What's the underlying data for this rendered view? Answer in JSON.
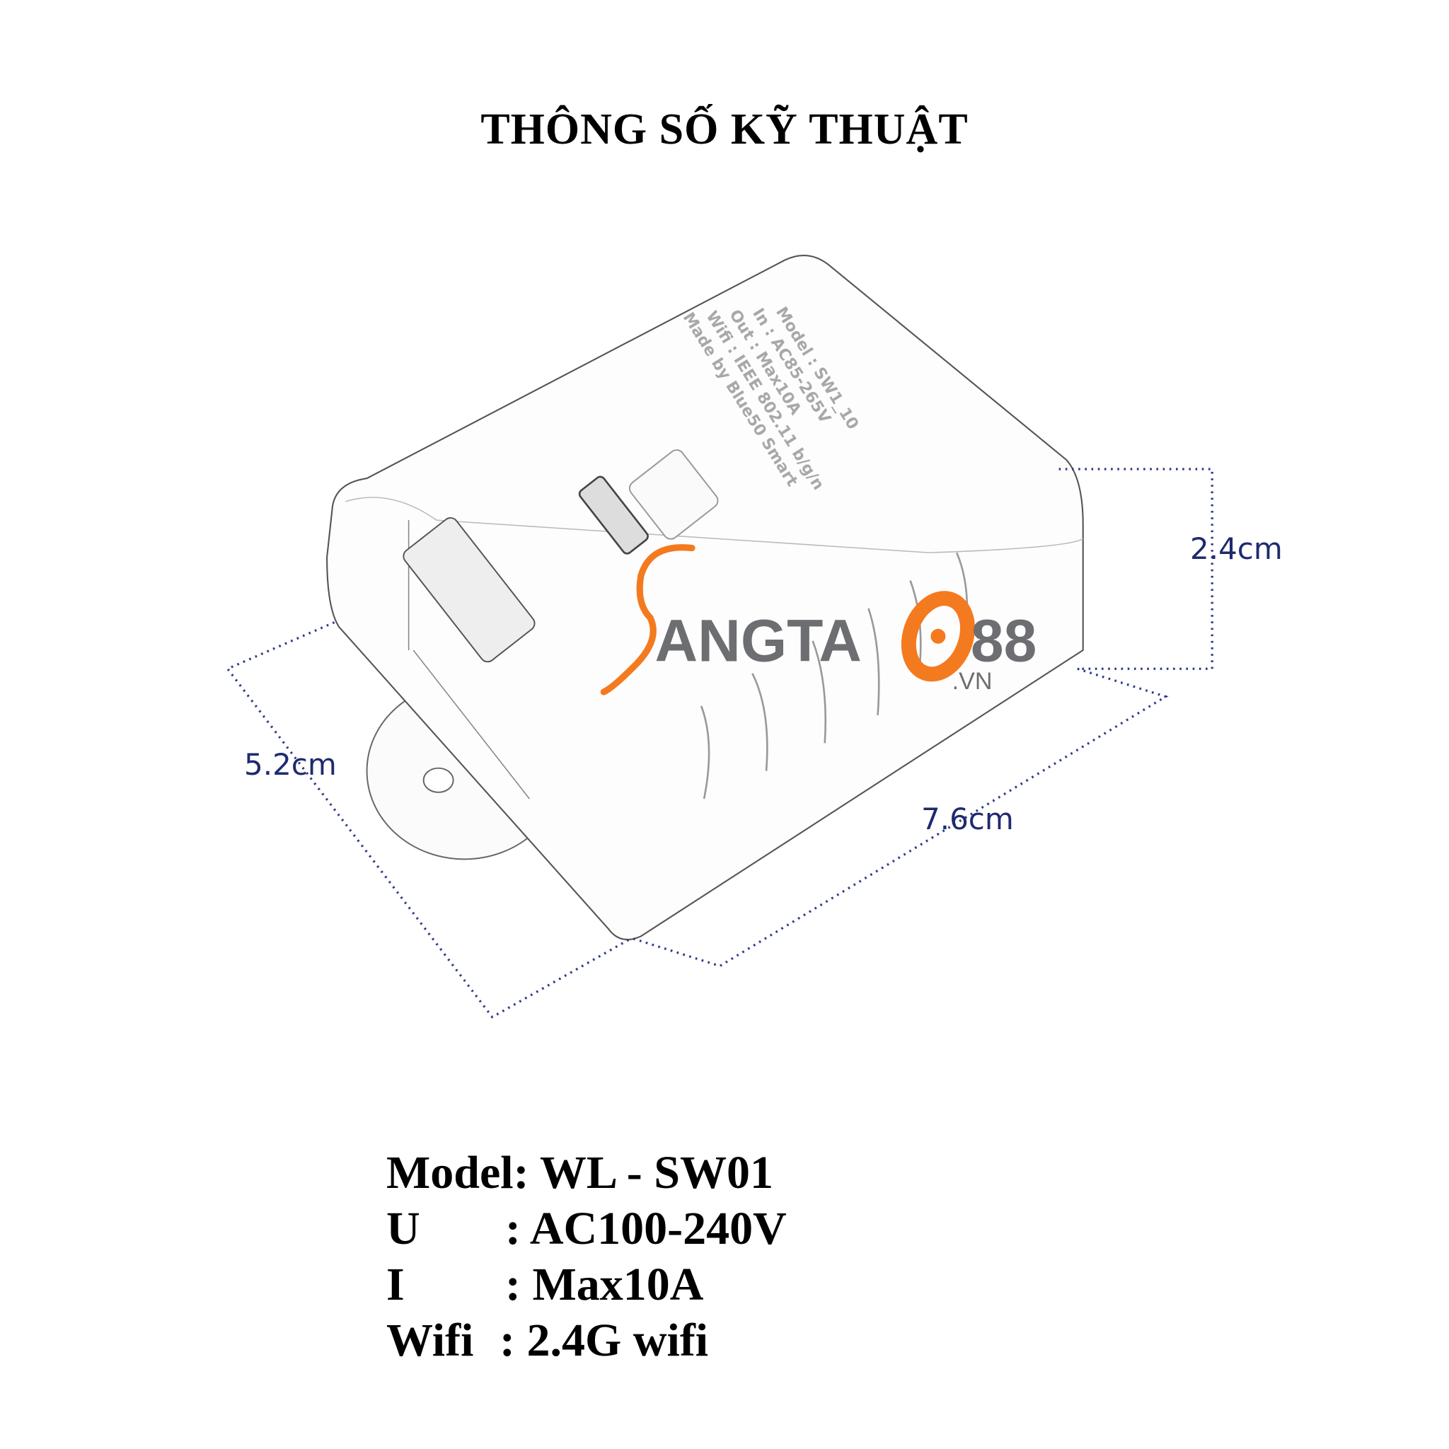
{
  "title": "THÔNG SỐ KỸ THUẬT",
  "dimensions": {
    "height": "2.4cm",
    "width": "5.2cm",
    "length": "7.6cm"
  },
  "logo": {
    "text": "SANGTAO88.vn"
  },
  "device_label": {
    "lines": [
      "Model : SW1_10",
      "In : AC85-265V",
      "Out : Max10A",
      "Wifi : IEEE 802.11 b/g/n",
      "Made by Blue50 Smart"
    ]
  },
  "specs": [
    {
      "key": "Model:",
      "value": " WL - SW01"
    },
    {
      "key": "U",
      "value": ": AC100-240V"
    },
    {
      "key": "I",
      "value": ": Max10A"
    },
    {
      "key": "Wifi",
      "value": ": 2.4G wifi"
    }
  ],
  "colors": {
    "dimension": "#1f2a6e",
    "logo_orange": "#f47a20",
    "logo_gray": "#6d6e71"
  }
}
